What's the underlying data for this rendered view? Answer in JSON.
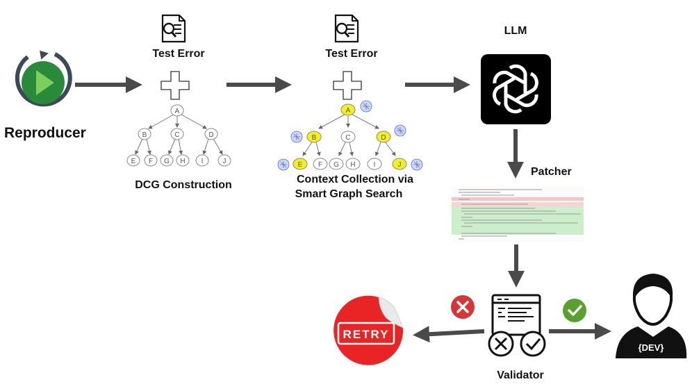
{
  "labels": {
    "reproducer": "Reproducer",
    "test_error_1": "Test Error",
    "test_error_2": "Test Error",
    "dcg_construction": "DCG Construction",
    "context_line1": "Context Collection via",
    "context_line2": "Smart Graph Search",
    "llm": "LLM",
    "patcher": "Patcher",
    "validator": "Validator",
    "retry": "RETRY",
    "dev": "{DEV}"
  },
  "graph_nodes": [
    "A",
    "B",
    "C",
    "D",
    "E",
    "F",
    "G",
    "H",
    "I",
    "J"
  ],
  "highlighted_nodes": [
    "A",
    "B",
    "D",
    "E",
    "J"
  ],
  "colors": {
    "arrow": "#4a4a4a",
    "highlight": "#f5f01c",
    "reject": "#d63636",
    "accept": "#5aa02c",
    "retry": "#e82424",
    "reproducer": "#2a8a3c",
    "llm_bg": "#000000"
  },
  "icons": [
    "document-search-icon",
    "plus-icon",
    "replay-icon",
    "openai-icon",
    "cross-icon",
    "check-icon",
    "developer-icon",
    "brain-icon"
  ]
}
